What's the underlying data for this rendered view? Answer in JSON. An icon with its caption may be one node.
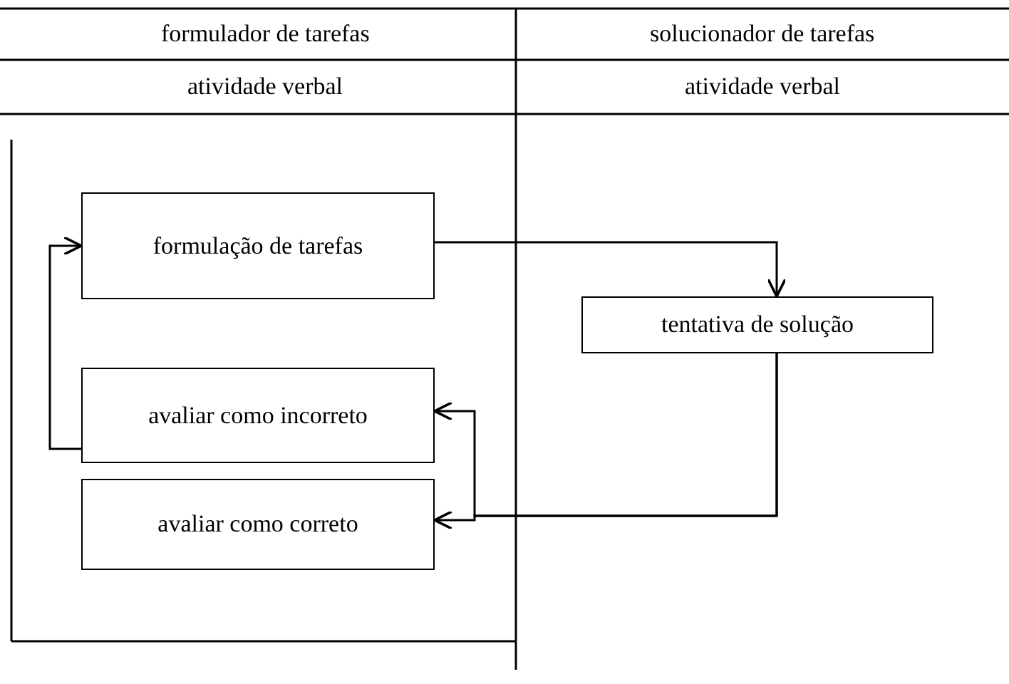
{
  "diagram": {
    "nodes": [
      {
        "text": [
          "formulação de tarefas"
        ]
      },
      {
        "text": [
          "tentativa de solução"
        ]
      },
      {
        "text": [
          "avaliar como incorreto"
        ]
      },
      {
        "text": [
          "avaliar como correto"
        ]
      }
    ],
    "edges": [
      {
        "from": 0,
        "to": 1,
        "arrow": "to"
      },
      {
        "from": 1,
        "to": 2,
        "arrow": "to"
      },
      {
        "from": 1,
        "to": 3,
        "arrow": "to"
      },
      {
        "from": 2,
        "to": 0,
        "arrow": "to"
      }
    ],
    "labels": [
      "formulador de tarefas",
      "solucionador de tarefas",
      "atividade verbal",
      "atividade verbal"
    ]
  }
}
